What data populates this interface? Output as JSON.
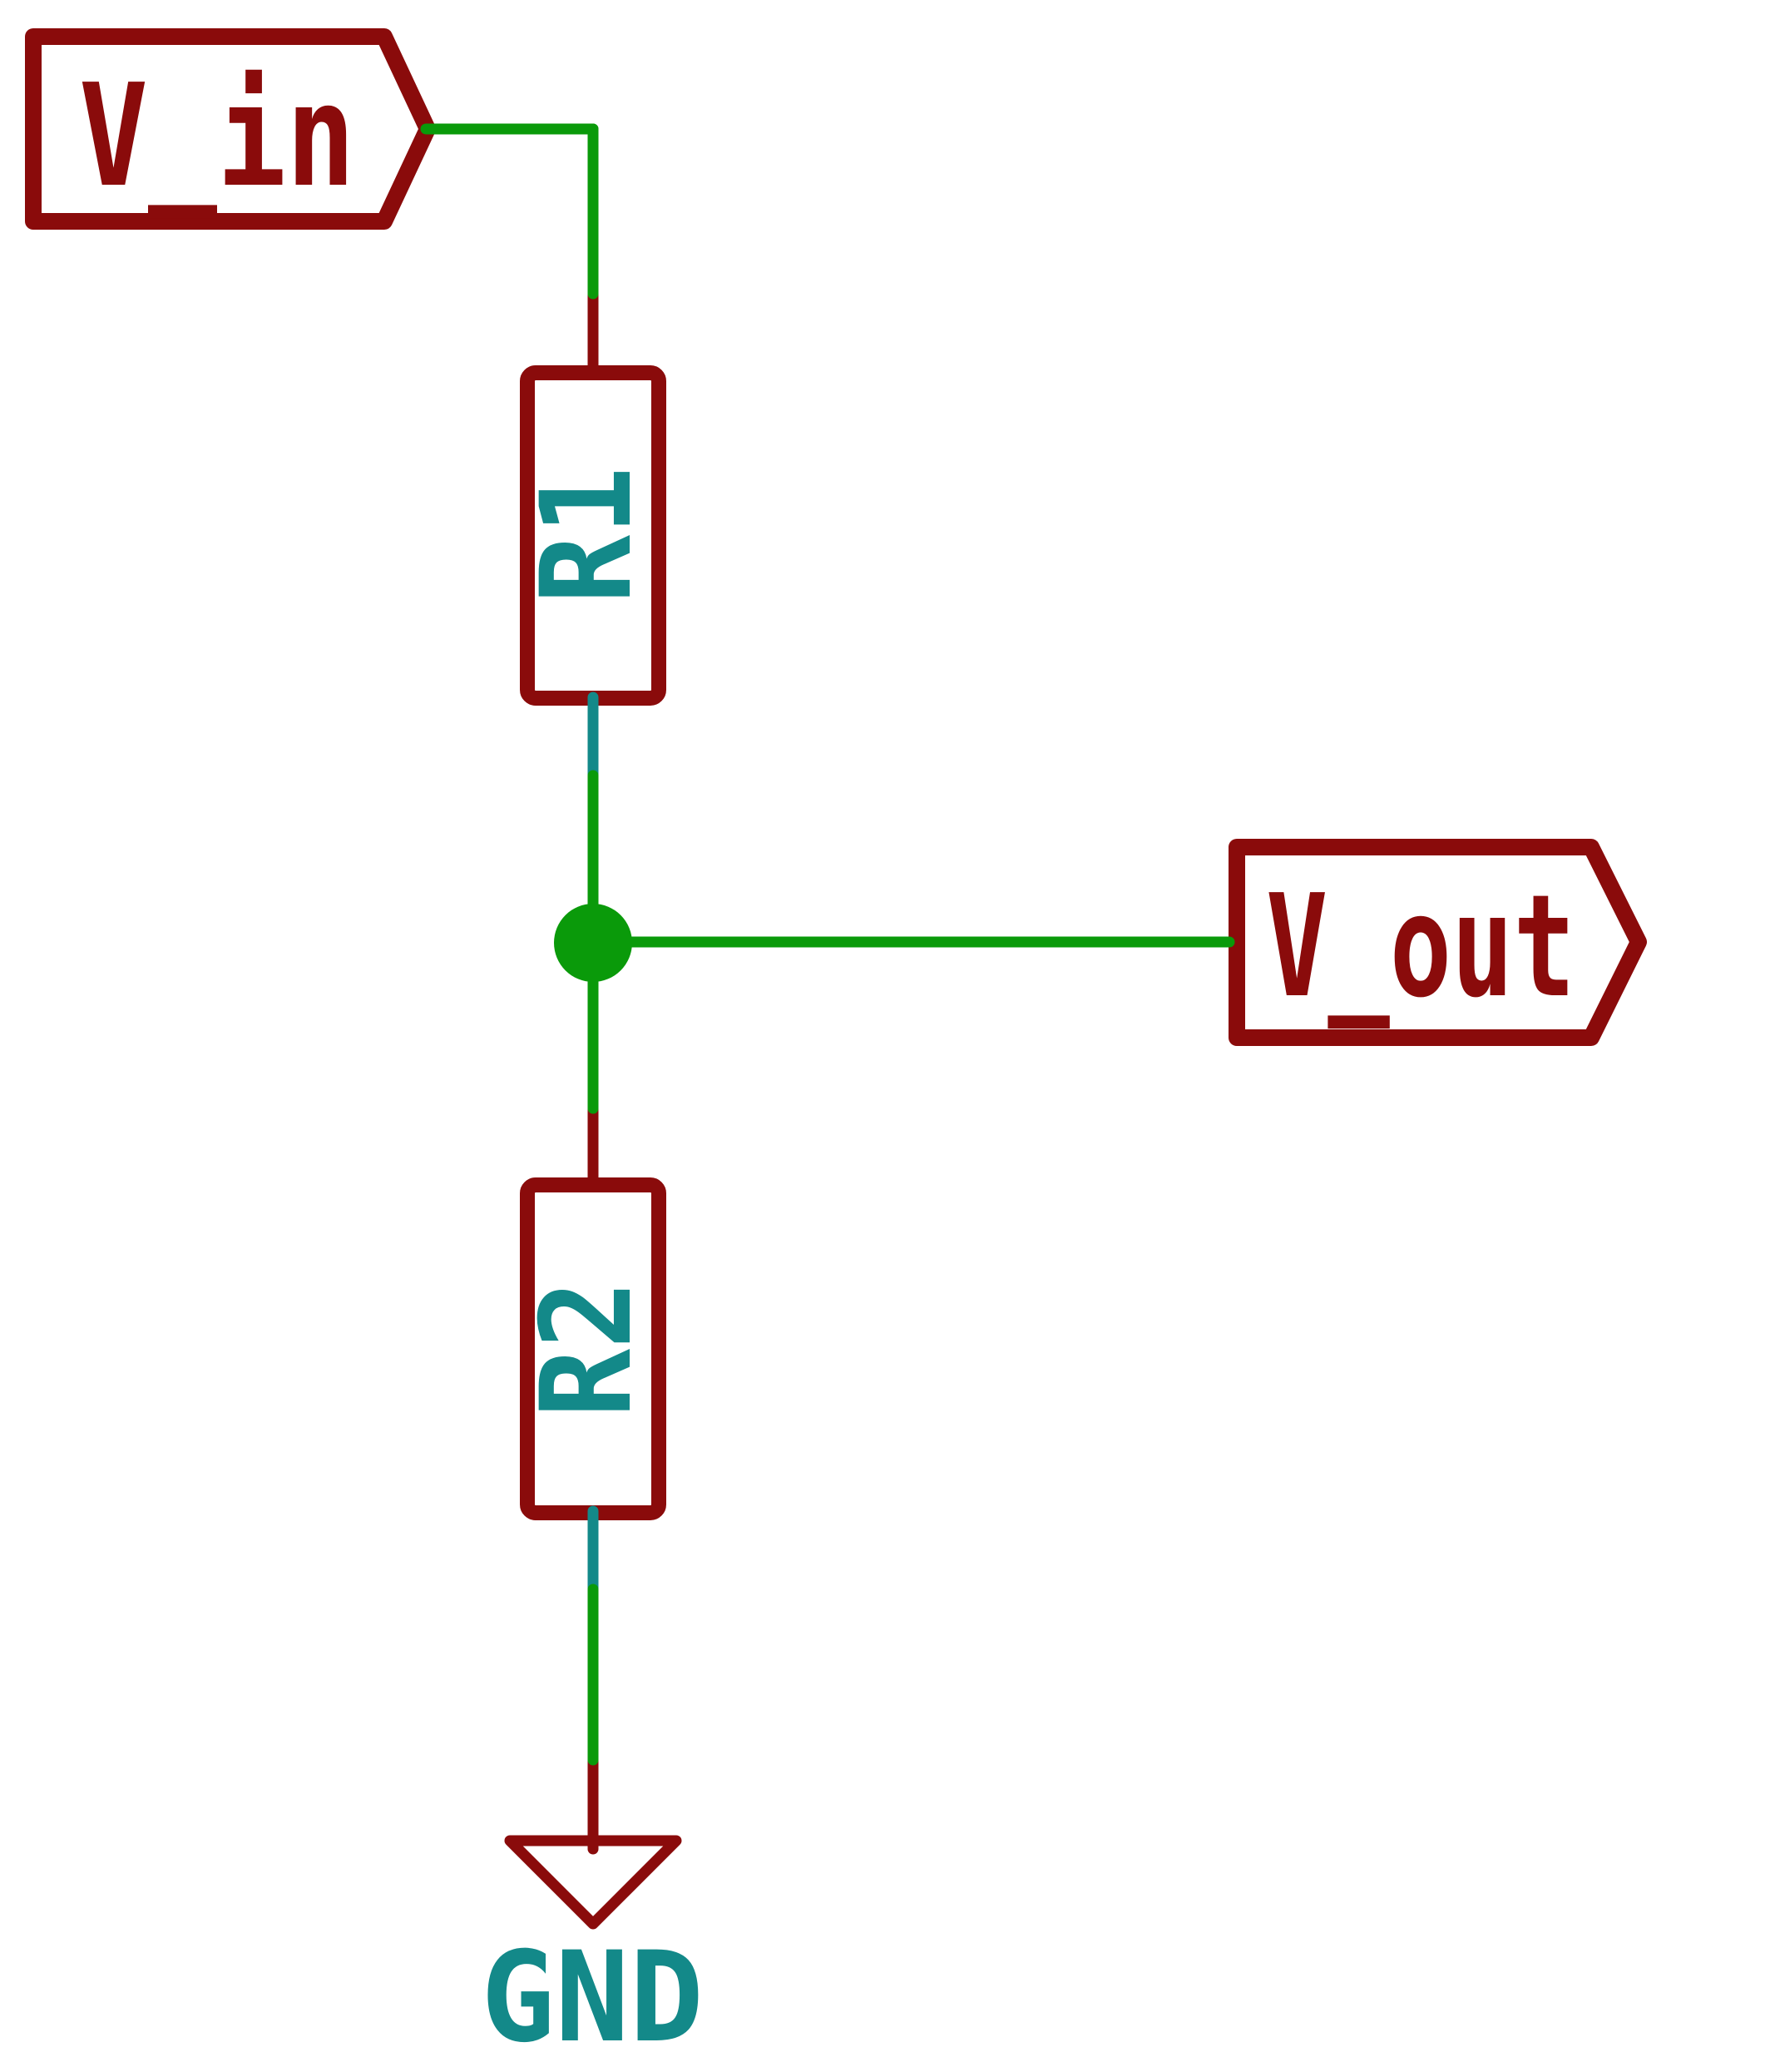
{
  "schematic": {
    "net_labels": {
      "input": "V_in",
      "output": "V_out"
    },
    "power_symbol": {
      "label": "GND"
    },
    "components": [
      {
        "ref": "R1",
        "type": "resistor"
      },
      {
        "ref": "R2",
        "type": "resistor"
      }
    ],
    "colors": {
      "symbol_maroon": "#8a0b0b",
      "wire_green": "#0a9a0a",
      "accent_teal": "#138989",
      "background": "#ffffff"
    }
  }
}
